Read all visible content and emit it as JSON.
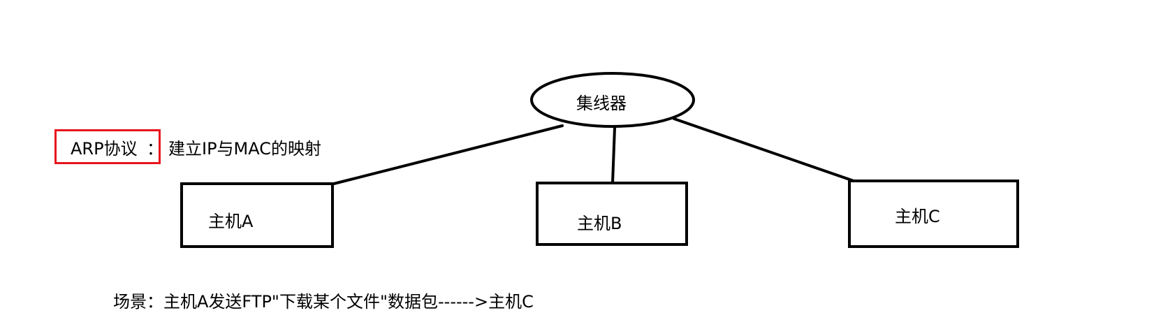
{
  "hub": {
    "label": "集线器"
  },
  "protocol": {
    "name": "ARP协议",
    "separator": "：",
    "description": "建立IP与MAC的映射",
    "highlight_color": "#e8141c"
  },
  "hosts": [
    {
      "label": "主机A"
    },
    {
      "label": "主机B"
    },
    {
      "label": "主机C"
    }
  ],
  "scenario": {
    "text": "场景：主机A发送FTP\"下载某个文件\"数据包------>主机C"
  }
}
